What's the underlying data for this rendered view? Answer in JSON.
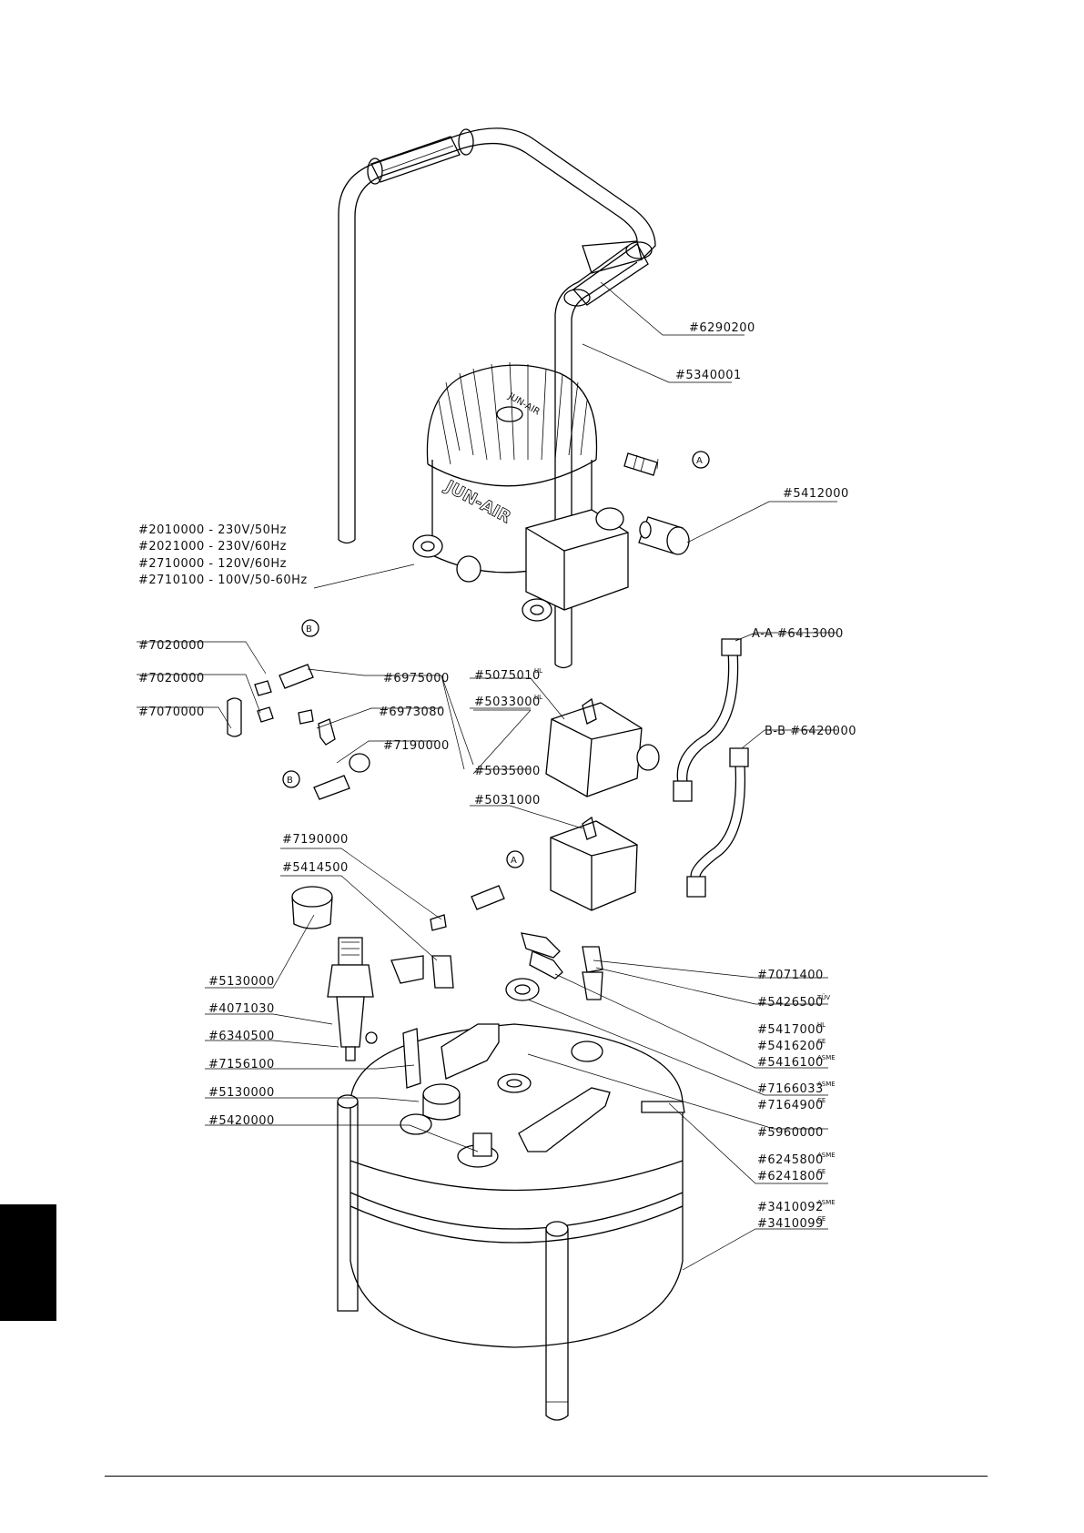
{
  "labels": {
    "p6290200": "#6290200",
    "p5340001": "#5340001",
    "a_top": "A",
    "p5412000": "#5412000",
    "models": [
      "#2010000  -  230V/50Hz",
      "#2021000  -  230V/60Hz",
      "#2710000  -  120V/60Hz",
      "#2710100  -  100V/50-60Hz"
    ],
    "b_top": "B",
    "aa6413000": "A-A  #6413000",
    "p7020000_a": "#7020000",
    "p6975000": "#6975000",
    "p5075010": "#5075010",
    "p5075010_sup": "UL",
    "p7020000_b": "#7020000",
    "p5033000": "#5033000",
    "p5033000_sup": "UL",
    "p7070000": "#7070000",
    "p6973080": "#6973080",
    "bb6420000": "B-B  #6420000",
    "p7190000_a": "#7190000",
    "b_bottom": "B",
    "p5035000": "#5035000",
    "p5031000": "#5031000",
    "p7190000_b": "#7190000",
    "a_mid": "A",
    "p5414500": "#5414500",
    "p7071400": "#7071400",
    "p5130000_a": "#5130000",
    "p5426500": "#5426500",
    "p5426500_sup": "TÜV",
    "p4071030": "#4071030",
    "p5417000": "#5417000",
    "p5417000_sup": "UL",
    "p6340500": "#6340500",
    "p5416200": "#5416200",
    "p5416200_sup": "CE",
    "p5416100": "#5416100",
    "p5416100_sup": "ASME",
    "p7156100": "#7156100",
    "p7166033": "#7166033",
    "p7166033_sup": "ASME",
    "p5130000_b": "#5130000",
    "p7164900": "#7164900",
    "p7164900_sup": "CE",
    "p5420000": "#5420000",
    "p5960000": "#5960000",
    "p6245800": "#6245800",
    "p6245800_sup": "ASME",
    "p6241800": "#6241800",
    "p6241800_sup": "CE",
    "p3410092": "#3410092",
    "p3410092_sup": "ASME",
    "p3410099": "#3410099",
    "p3410099_sup": "CE"
  },
  "logo_text": "JUN-AIR",
  "colors": {
    "line": "#000000",
    "tab": "#000000",
    "background": "#ffffff"
  }
}
